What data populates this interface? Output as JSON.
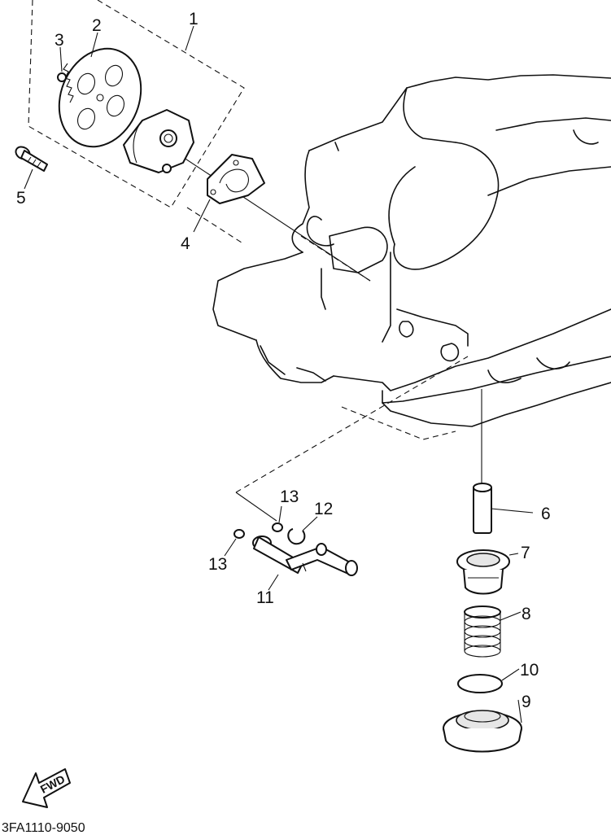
{
  "diagram": {
    "callouts": [
      {
        "id": "1",
        "label": "1"
      },
      {
        "id": "2",
        "label": "2"
      },
      {
        "id": "3",
        "label": "3"
      },
      {
        "id": "4",
        "label": "4"
      },
      {
        "id": "5",
        "label": "5"
      },
      {
        "id": "6",
        "label": "6"
      },
      {
        "id": "7",
        "label": "7"
      },
      {
        "id": "8",
        "label": "8"
      },
      {
        "id": "9",
        "label": "9"
      },
      {
        "id": "10",
        "label": "10"
      },
      {
        "id": "11",
        "label": "11"
      },
      {
        "id": "12",
        "label": "12"
      },
      {
        "id": "13a",
        "label": "13"
      },
      {
        "id": "13b",
        "label": "13"
      }
    ],
    "fwd_label": "FWD",
    "figure_code": "3FA1110-9050"
  }
}
